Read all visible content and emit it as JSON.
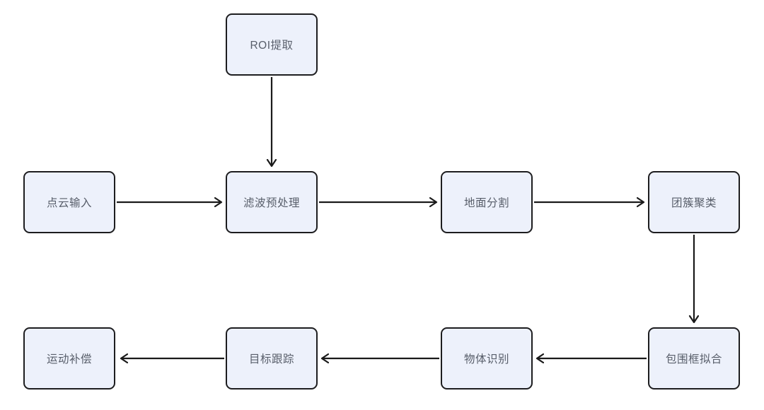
{
  "diagram": {
    "type": "flowchart",
    "nodes": [
      {
        "id": "roi",
        "label": "ROI提取"
      },
      {
        "id": "input",
        "label": "点云输入"
      },
      {
        "id": "filter",
        "label": "滤波预处理"
      },
      {
        "id": "ground",
        "label": "地面分割"
      },
      {
        "id": "cluster",
        "label": "团簇聚类"
      },
      {
        "id": "motion",
        "label": "运动补偿"
      },
      {
        "id": "track",
        "label": "目标跟踪"
      },
      {
        "id": "object",
        "label": "物体识别"
      },
      {
        "id": "bbox",
        "label": "包围框拟合"
      }
    ],
    "edges": [
      {
        "from": "ROI提取",
        "to": "滤波预处理",
        "direction": "down"
      },
      {
        "from": "点云输入",
        "to": "滤波预处理",
        "direction": "right"
      },
      {
        "from": "滤波预处理",
        "to": "地面分割",
        "direction": "right"
      },
      {
        "from": "地面分割",
        "to": "团簇聚类",
        "direction": "right"
      },
      {
        "from": "团簇聚类",
        "to": "包围框拟合",
        "direction": "down"
      },
      {
        "from": "包围框拟合",
        "to": "物体识别",
        "direction": "left"
      },
      {
        "from": "物体识别",
        "to": "目标跟踪",
        "direction": "left"
      },
      {
        "from": "目标跟踪",
        "to": "运动补偿",
        "direction": "left"
      }
    ],
    "colors": {
      "background": "#ffffff",
      "node_fill": "#edf1fb",
      "node_border": "#1d1d1f",
      "arrow": "#1a1a1a",
      "text": "#585e6a"
    }
  }
}
